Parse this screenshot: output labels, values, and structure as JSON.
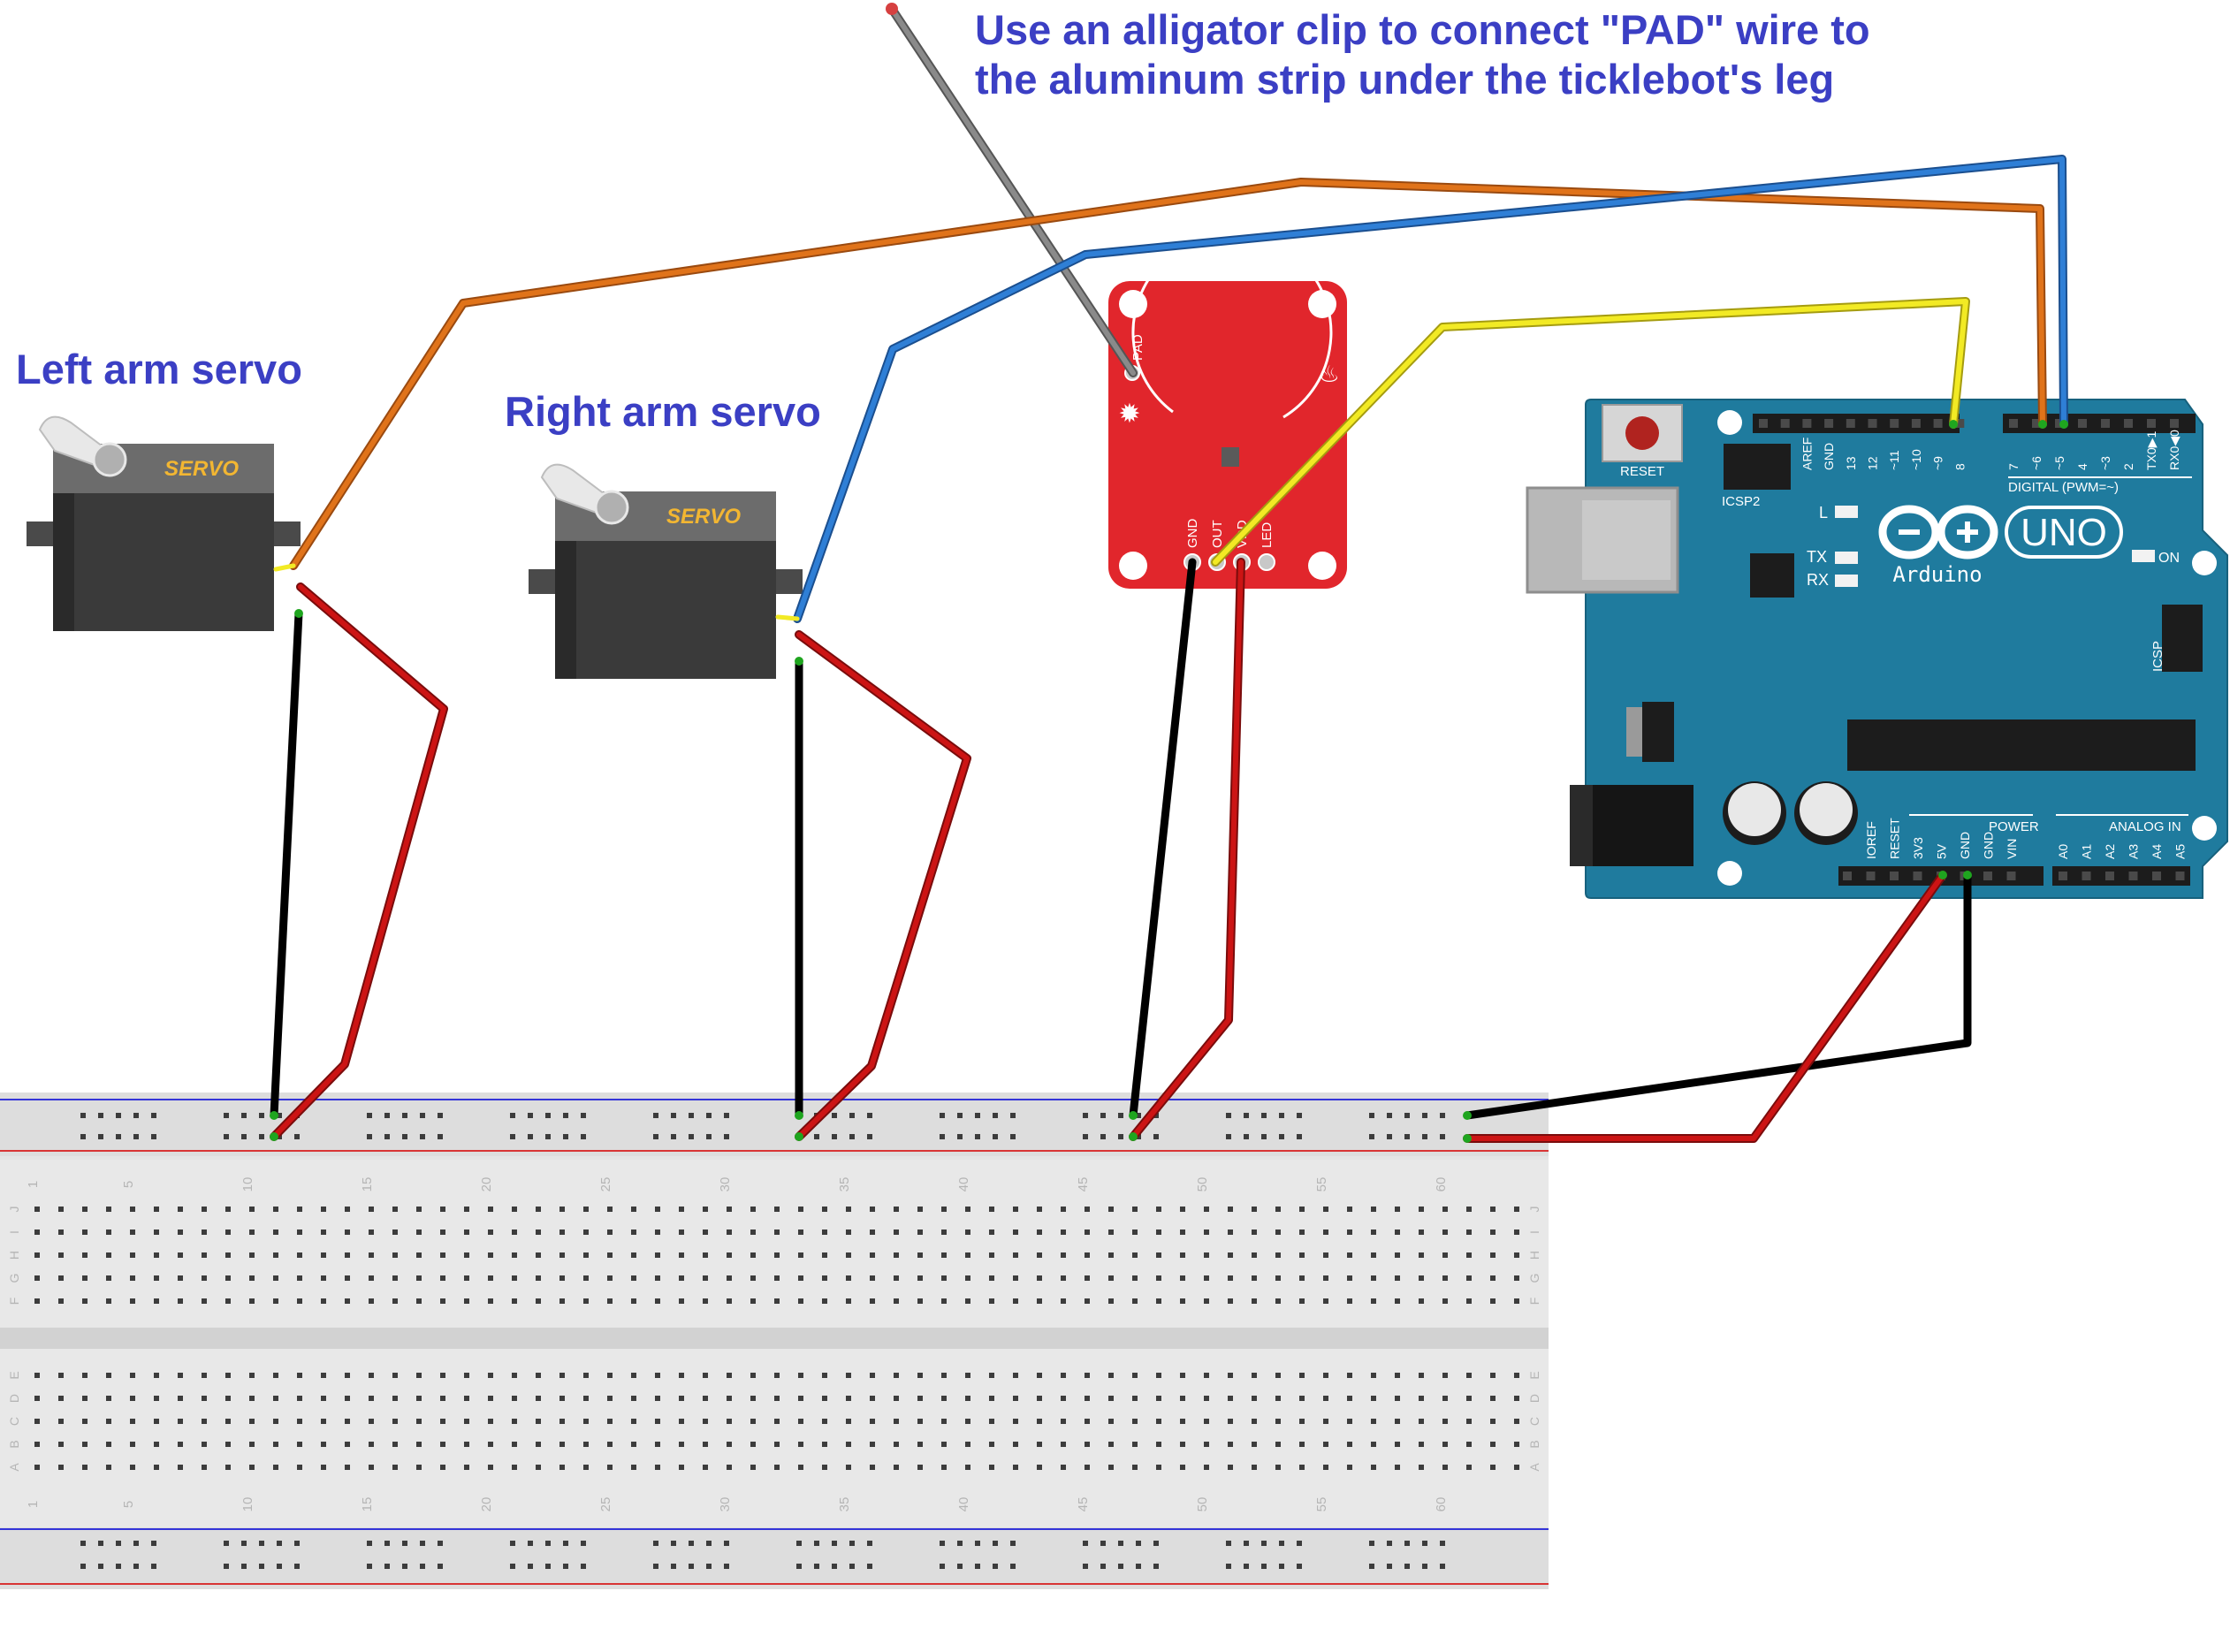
{
  "annotation": {
    "line1": "Use an alligator clip to connect \"PAD\" wire to",
    "line2": "the aluminum strip under the ticklebot's leg"
  },
  "servos": {
    "left_label": "Left arm servo",
    "right_label": "Right arm servo",
    "body_text": "SERVO"
  },
  "touch_sensor": {
    "pins": [
      "GND",
      "OUT",
      "VDD",
      "LED"
    ],
    "pad_label": "PAD"
  },
  "arduino": {
    "logo_text": "Arduino",
    "model": "UNO",
    "reset_label": "RESET",
    "icsp2_label": "ICSP2",
    "icsp_label": "ICSP",
    "led_labels": [
      "L",
      "TX",
      "RX",
      "ON"
    ],
    "digital_header_label": "DIGITAL (PWM=~)",
    "digital_pins": [
      "AREF",
      "GND",
      "13",
      "12",
      "~11",
      "~10",
      "~9",
      "8",
      "7",
      "~6",
      "~5",
      "4",
      "~3",
      "2",
      "TX0▶1",
      "RX0◀0"
    ],
    "power_header_label": "POWER",
    "power_pins": [
      "IOREF",
      "RESET",
      "3V3",
      "5V",
      "GND",
      "GND",
      "VIN"
    ],
    "analog_header_label": "ANALOG IN",
    "analog_pins": [
      "A0",
      "A1",
      "A2",
      "A3",
      "A4",
      "A5"
    ]
  },
  "breadboard": {
    "column_numbers": [
      "1",
      "5",
      "10",
      "15",
      "20",
      "25",
      "30",
      "35",
      "40",
      "45",
      "50",
      "55",
      "60"
    ],
    "rows_top": [
      "J",
      "I",
      "H",
      "G",
      "F"
    ],
    "rows_bottom": [
      "E",
      "D",
      "C",
      "B",
      "A"
    ]
  },
  "colors": {
    "annotation": "#3b3fc4",
    "wire_orange": "#e0731a",
    "wire_blue": "#2f7fd6",
    "wire_yellow": "#f2ea24",
    "wire_red": "#cc1414",
    "wire_black": "#1a1a1a",
    "wire_gray": "#777777",
    "arduino_board": "#1f7b9e",
    "sensor_board": "#e1262c",
    "servo_body": "#3a3a3a",
    "breadboard": "#e3e3e3"
  }
}
